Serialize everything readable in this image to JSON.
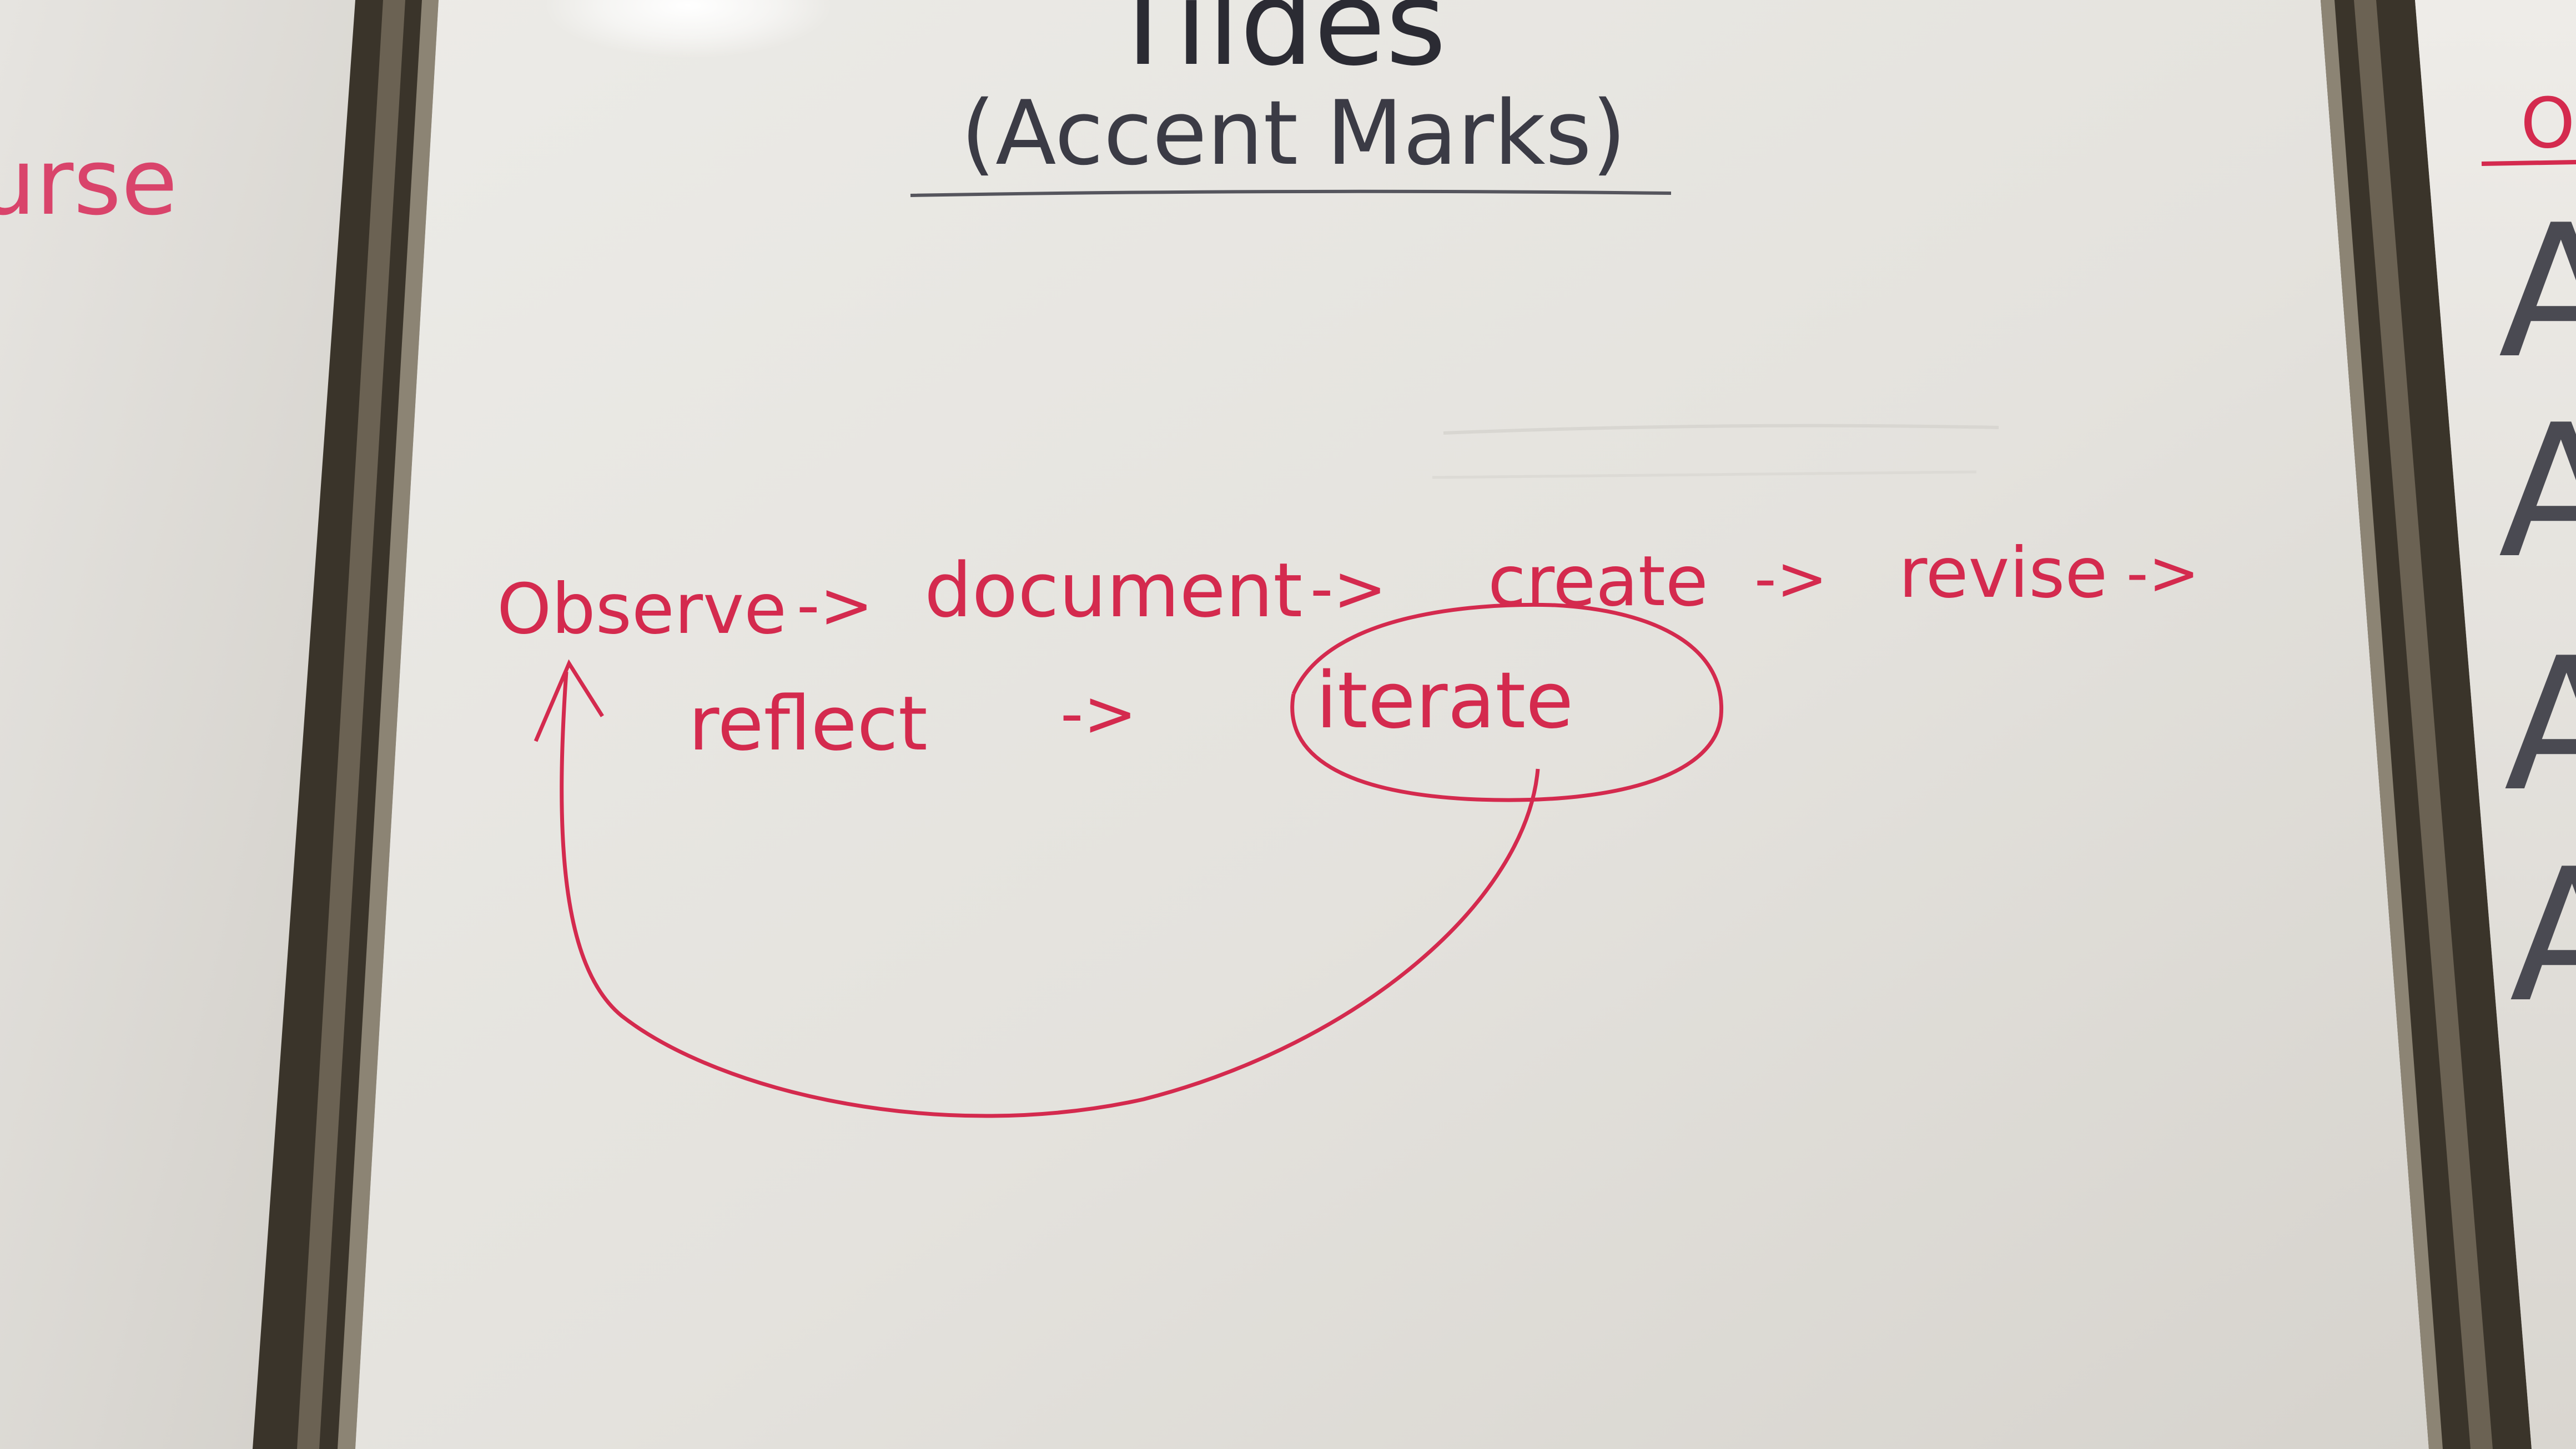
{
  "board_center": {
    "title_partial": "Tildes",
    "subtitle": "(Accent Marks)",
    "cycle": {
      "observe": "Observe",
      "arrow_1": "->",
      "document": "document",
      "arrow_2": "->",
      "create": "create",
      "arrow_3": "->",
      "revise": "revise",
      "arrow_4": "->",
      "reflect": "reflect",
      "arrow_5": "->",
      "iterate": "iterate"
    }
  },
  "board_left": {
    "fragment": "urse"
  },
  "board_right": {
    "fragment_top": "O",
    "letters": [
      "A",
      "A",
      "A",
      "A"
    ]
  },
  "colors": {
    "red_marker": "#d42a4e",
    "black_marker": "#2b2b33",
    "board_white": "#e7e5e0",
    "frame": "#3a342a"
  }
}
